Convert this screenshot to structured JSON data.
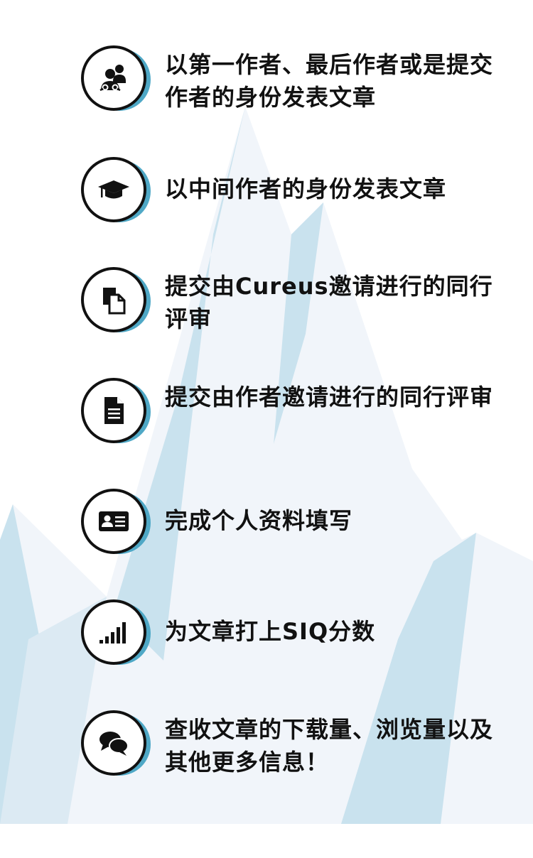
{
  "items": [
    {
      "icon": "author-group-icon",
      "label": "以第一作者、最后作者或是提交作者的身份发表文章"
    },
    {
      "icon": "graduation-cap-icon",
      "label": "以中间作者的身份发表文章"
    },
    {
      "icon": "documents-icon",
      "label": "提交由Cureus邀请进行的同行评审"
    },
    {
      "icon": "document-icon",
      "label": "提交由作者邀请进行的同行评审"
    },
    {
      "icon": "id-card-icon",
      "label": "完成个人资料填写"
    },
    {
      "icon": "signal-bars-icon",
      "label": "为文章打上SIQ分数"
    },
    {
      "icon": "chat-bubbles-icon",
      "label": "查收文章的下载量、浏览量以及其他更多信息！"
    }
  ],
  "colors": {
    "accent": "#4fa8c6",
    "text": "#111111",
    "mountain_light": "#eef4f9",
    "mountain_blue": "#c9e2ee"
  }
}
